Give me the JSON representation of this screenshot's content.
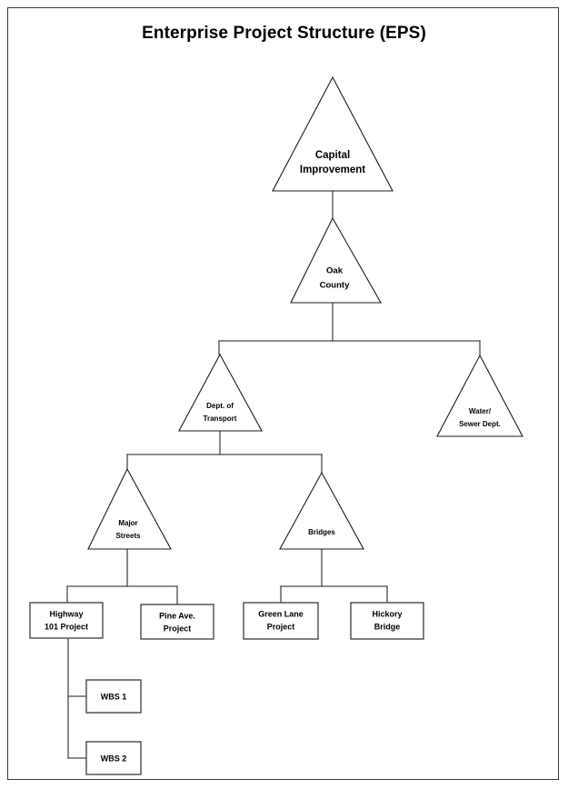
{
  "page": {
    "title": "Enterprise Project Structure (EPS)",
    "background_color": "#ffffff",
    "frame_color": "#3a3a3a",
    "line_color": "#4a4a4a",
    "text_color": "#000000"
  },
  "diagram": {
    "type": "hierarchy-tree",
    "orientation": "top-down",
    "node_shapes": [
      "triangle",
      "rectangle"
    ],
    "nodes": [
      {
        "id": "capital-improvement",
        "label_lines": [
          "Capital",
          "Improvement"
        ],
        "shape": "triangle",
        "level": 0,
        "parent": null
      },
      {
        "id": "oak-county",
        "label_lines": [
          "Oak",
          "County"
        ],
        "shape": "triangle",
        "level": 1,
        "parent": "capital-improvement"
      },
      {
        "id": "dept-of-transport",
        "label_lines": [
          "Dept. of",
          "Transport"
        ],
        "shape": "triangle",
        "level": 2,
        "parent": "oak-county"
      },
      {
        "id": "water-sewer-dept",
        "label_lines": [
          "Water/",
          "Sewer Dept."
        ],
        "shape": "triangle",
        "level": 2,
        "parent": "oak-county"
      },
      {
        "id": "major-streets",
        "label_lines": [
          "Major",
          "Streets"
        ],
        "shape": "triangle",
        "level": 3,
        "parent": "dept-of-transport"
      },
      {
        "id": "bridges",
        "label_lines": [
          "Bridges"
        ],
        "shape": "triangle",
        "level": 3,
        "parent": "dept-of-transport"
      },
      {
        "id": "highway-101-project",
        "label_lines": [
          "Highway",
          "101 Project"
        ],
        "shape": "rectangle",
        "level": 4,
        "parent": "major-streets"
      },
      {
        "id": "pine-ave-project",
        "label_lines": [
          "Pine Ave.",
          "Project"
        ],
        "shape": "rectangle",
        "level": 4,
        "parent": "major-streets"
      },
      {
        "id": "green-lane-project",
        "label_lines": [
          "Green Lane",
          "Project"
        ],
        "shape": "rectangle",
        "level": 4,
        "parent": "bridges"
      },
      {
        "id": "hickory-bridge",
        "label_lines": [
          "Hickory",
          "Bridge"
        ],
        "shape": "rectangle",
        "level": 4,
        "parent": "bridges"
      },
      {
        "id": "wbs-1",
        "label_lines": [
          "WBS 1"
        ],
        "shape": "rectangle",
        "level": 5,
        "parent": "highway-101-project"
      },
      {
        "id": "wbs-2",
        "label_lines": [
          "WBS 2"
        ],
        "shape": "rectangle",
        "level": 5,
        "parent": "highway-101-project"
      }
    ],
    "labels": {
      "capital_improvement_l1": "Capital",
      "capital_improvement_l2": "Improvement",
      "oak_county_l1": "Oak",
      "oak_county_l2": "County",
      "dept_of_transport_l1": "Dept. of",
      "dept_of_transport_l2": "Transport",
      "water_sewer_l1": "Water/",
      "water_sewer_l2": "Sewer Dept.",
      "major_streets_l1": "Major",
      "major_streets_l2": "Streets",
      "bridges_l1": "Bridges",
      "highway_101_l1": "Highway",
      "highway_101_l2": "101 Project",
      "pine_ave_l1": "Pine Ave.",
      "pine_ave_l2": "Project",
      "green_lane_l1": "Green Lane",
      "green_lane_l2": "Project",
      "hickory_bridge_l1": "Hickory",
      "hickory_bridge_l2": "Bridge",
      "wbs_1": "WBS 1",
      "wbs_2": "WBS 2"
    }
  }
}
